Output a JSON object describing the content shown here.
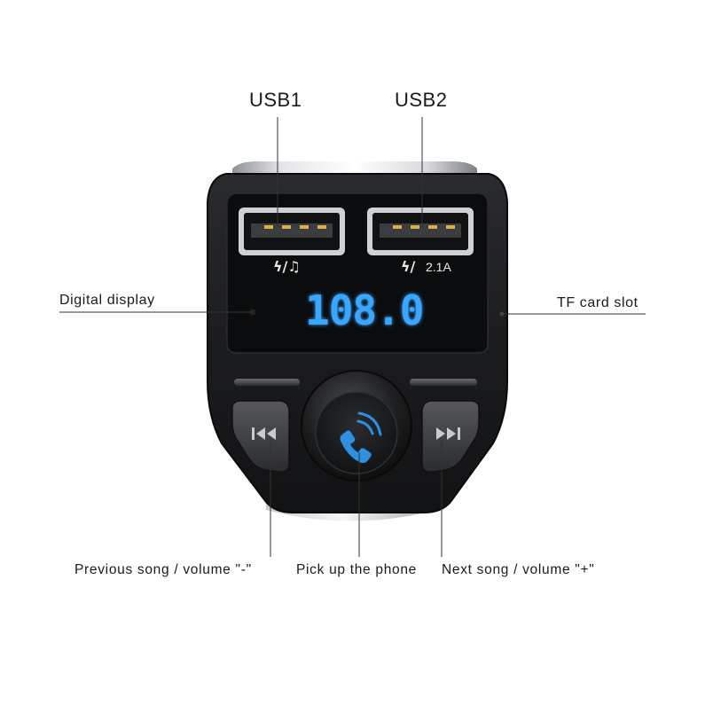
{
  "labels": {
    "usb1": "USB1",
    "usb2": "USB2",
    "digital_display": "Digital display",
    "tf_card_slot": "TF card slot",
    "previous": "Previous song / volume \"-\"",
    "pick_up": "Pick up the phone",
    "next": "Next song / volume \"+\""
  },
  "device": {
    "display_reading": "108.0",
    "usb1_symbols": "ϟ/♫",
    "usb2_symbols": "ϟ/",
    "usb2_rating": "2.1A"
  },
  "colors": {
    "body": "#1c1d1f",
    "panel": "#0b0c0d",
    "display_digits": "#3aa6ff",
    "phone_icon": "#2f8fe0",
    "leader_lines": "#333333"
  }
}
